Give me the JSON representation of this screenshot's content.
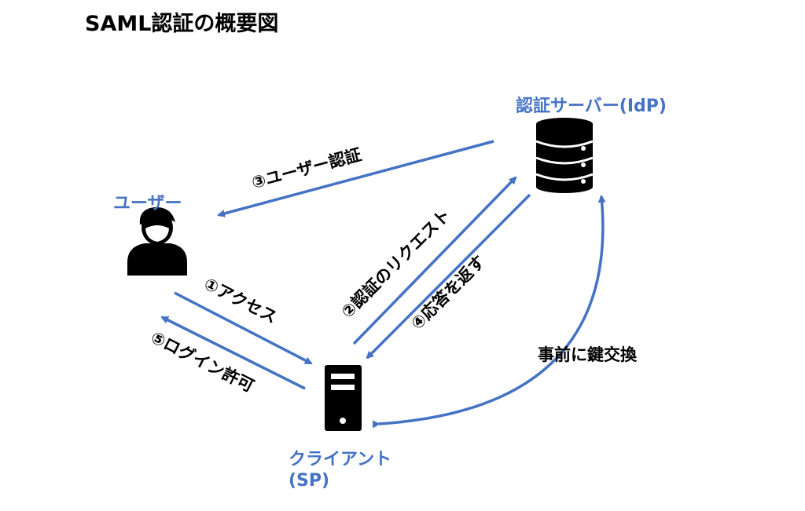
{
  "title": "SAML認証の概要図",
  "colors": {
    "arrow": "#4472C4",
    "node_label": "#4472C4",
    "icon": "#000000"
  },
  "nodes": {
    "user": {
      "label": "ユーザー",
      "icon": "user-icon"
    },
    "idp": {
      "label": "認証サーバー(IdP)",
      "icon": "database-icon"
    },
    "sp": {
      "label_line1": "クライアント",
      "label_line2": "(SP)",
      "icon": "server-icon"
    }
  },
  "edges": {
    "access": "①アクセス",
    "auth_request": "②認証のリクエスト",
    "user_auth": "③ユーザー認証",
    "return_response": "④応答を返す",
    "login_permit": "⑤ログイン許可",
    "key_exchange": "事前に鍵交換"
  }
}
